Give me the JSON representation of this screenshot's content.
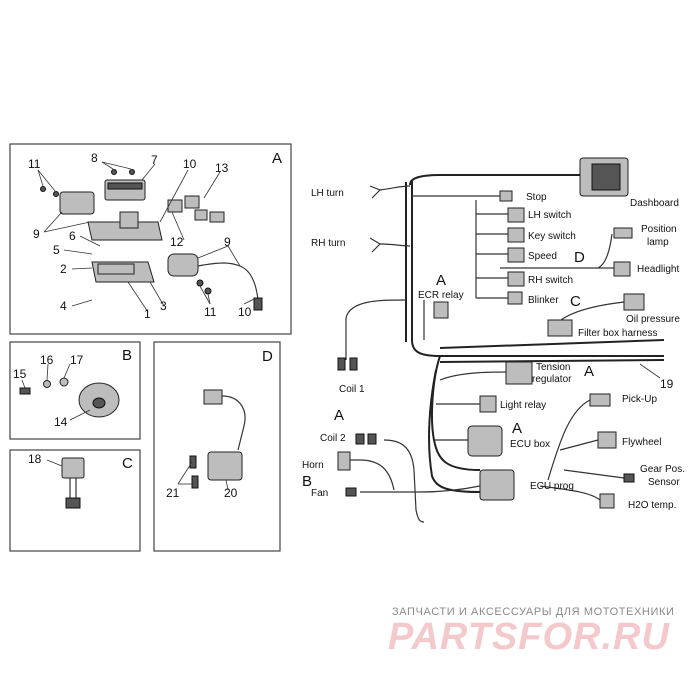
{
  "panels": {
    "A": {
      "letter": "A",
      "callouts": [
        "11",
        "8",
        "7",
        "10",
        "13",
        "9",
        "6",
        "5",
        "2",
        "4",
        "12",
        "9",
        "3",
        "1",
        "11",
        "10"
      ]
    },
    "B": {
      "letter": "B",
      "callouts": [
        "15",
        "16",
        "17",
        "14"
      ]
    },
    "C": {
      "letter": "C",
      "callouts": [
        "18"
      ]
    },
    "D": {
      "letter": "D",
      "callouts": [
        "21",
        "20"
      ]
    }
  },
  "harness_labels": {
    "lh_turn": "LH turn",
    "rh_turn": "RH turn",
    "dashboard": "Dashboard",
    "stop": "Stop",
    "lh_switch": "LH switch",
    "key_switch": "Key switch",
    "speed": "Speed",
    "rh_switch": "RH switch",
    "blinker": "Blinker",
    "position_lamp_1": "Position",
    "position_lamp_2": "lamp",
    "headlight": "Headlight",
    "ecr_relay": "ECR relay",
    "oil_pressure": "Oil pressure",
    "filter_box_harness": "Filter box harness",
    "coil_1": "Coil 1",
    "tension_regulator_1": "Tension",
    "tension_regulator_2": "regulator",
    "light_relay": "Light relay",
    "pick_up": "Pick-Up",
    "coil_2": "Coil 2",
    "flywheel": "Flywheel",
    "horn": "Horn",
    "ecu_box": "ECU box",
    "gear_pos_1": "Gear Pos.",
    "gear_pos_2": "Sensor",
    "h2o_temp": "H2O temp.",
    "fan": "Fan",
    "ecu_prog": "ECU prog",
    "ref_19": "19"
  },
  "harness_refs": {
    "ref_a_ecr": "A",
    "ref_c_oil": "C",
    "ref_d_position": "D",
    "ref_a_tension": "A",
    "ref_a_coil2": "A",
    "ref_a_ecu": "A",
    "ref_b_horn": "B"
  },
  "watermark": {
    "tagline": "ЗАПЧАСТИ И АКСЕССУАРЫ ДЛЯ МОТОТЕХНИКИ",
    "brand": "PARTSFOR.RU"
  }
}
